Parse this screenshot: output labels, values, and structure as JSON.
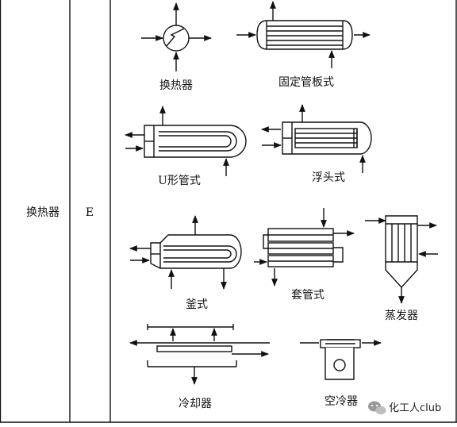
{
  "table": {
    "category": "换热器",
    "code": "E"
  },
  "symbols": [
    {
      "id": "heat-exchanger",
      "label": "换热器"
    },
    {
      "id": "fixed-tube-sheet",
      "label": "固定管板式"
    },
    {
      "id": "u-tube",
      "label": "U形管式"
    },
    {
      "id": "floating-head",
      "label": "浮头式"
    },
    {
      "id": "kettle",
      "label": "釜式"
    },
    {
      "id": "double-pipe",
      "label": "套管式"
    },
    {
      "id": "evaporator",
      "label": "蒸发器"
    },
    {
      "id": "cooler",
      "label": "冷却器"
    },
    {
      "id": "air-cooler",
      "label": "空冷器"
    }
  ],
  "watermark": {
    "text": "化工人club",
    "icon": "wechat-icon"
  }
}
